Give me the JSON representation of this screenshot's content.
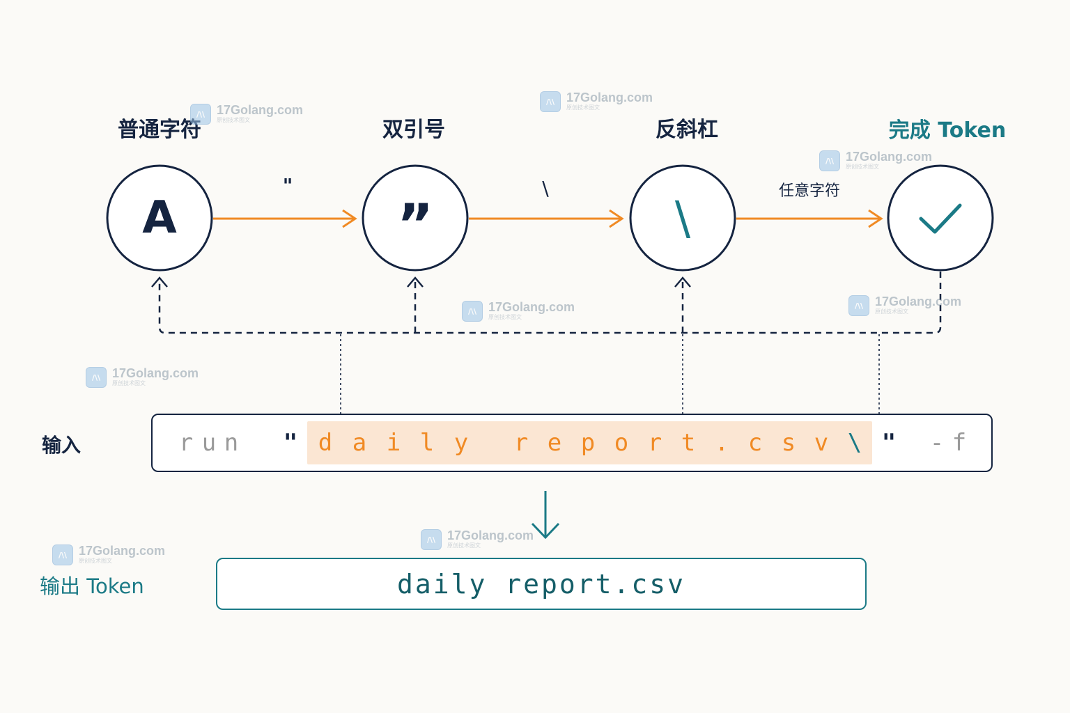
{
  "states": [
    {
      "id": "normal",
      "label": "普通字符",
      "glyph": "A"
    },
    {
      "id": "quote",
      "label": "双引号",
      "glyph": "”"
    },
    {
      "id": "backslash",
      "label": "反斜杠",
      "glyph": "\\"
    },
    {
      "id": "done",
      "label": "完成 Token",
      "glyph": "check"
    }
  ],
  "transitions": [
    {
      "from": "normal",
      "to": "quote",
      "label": "\""
    },
    {
      "from": "quote",
      "to": "backslash",
      "label": "\\"
    },
    {
      "from": "backslash",
      "to": "done",
      "label": "任意字符"
    }
  ],
  "input": {
    "label": "输入",
    "chars": [
      "r",
      "u",
      "n",
      "\"",
      "d",
      "a",
      "i",
      "l",
      "y",
      "r",
      "e",
      "p",
      "o",
      "r",
      "t",
      ".",
      "c",
      "s",
      "v",
      "\\",
      "\"",
      "-",
      "f"
    ]
  },
  "output": {
    "label": "输出 Token",
    "value": "daily report.csv"
  },
  "watermark": {
    "text": "17Golang.com",
    "subtext": "原创技术图文"
  },
  "colors": {
    "ink": "#152440",
    "orange": "#f08a24",
    "teal": "#1b7a86",
    "highlight": "#fbe6d3",
    "muted": "#9a9a9a"
  }
}
